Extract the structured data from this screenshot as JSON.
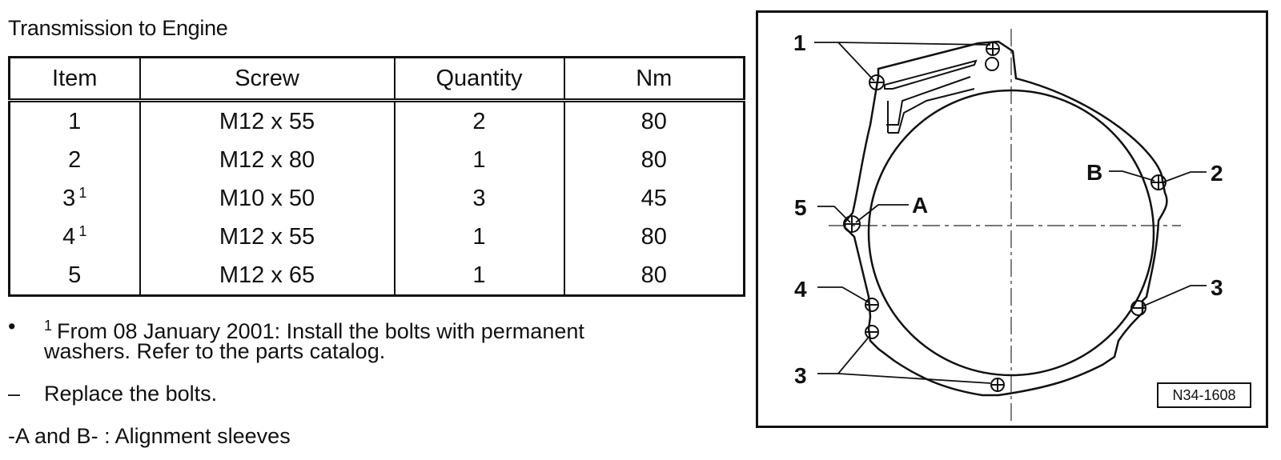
{
  "title": "Transmission to Engine",
  "table": {
    "headers": [
      "Item",
      "Screw",
      "Quantity",
      "Nm"
    ],
    "rows": [
      {
        "item": "1",
        "sup": "",
        "screw": "M12 x 55",
        "quantity": "2",
        "nm": "80"
      },
      {
        "item": "2",
        "sup": "",
        "screw": "M12 x 80",
        "quantity": "1",
        "nm": "80"
      },
      {
        "item": "3",
        "sup": "1",
        "screw": "M10 x 50",
        "quantity": "3",
        "nm": "45"
      },
      {
        "item": "4",
        "sup": "1",
        "screw": "M12 x 55",
        "quantity": "1",
        "nm": "80"
      },
      {
        "item": "5",
        "sup": "",
        "screw": "M12 x 65",
        "quantity": "1",
        "nm": "80"
      }
    ]
  },
  "notes": {
    "bullet_symbol": "•",
    "footnote_mark": "1",
    "footnote_line1": "From 08 January 2001: Install the bolts with permanent",
    "footnote_line2": "washers. Refer to the parts catalog.",
    "dash_symbol": "–",
    "replace_text": "Replace the bolts.",
    "sleeves_text": "-A and B- : Alignment sleeves"
  },
  "diagram": {
    "labels": {
      "l1": "1",
      "l2": "2",
      "l3a": "3",
      "l3b": "3",
      "l4": "4",
      "l5": "5",
      "la": "A",
      "lb": "B"
    },
    "figure_code": "N34-1608"
  }
}
